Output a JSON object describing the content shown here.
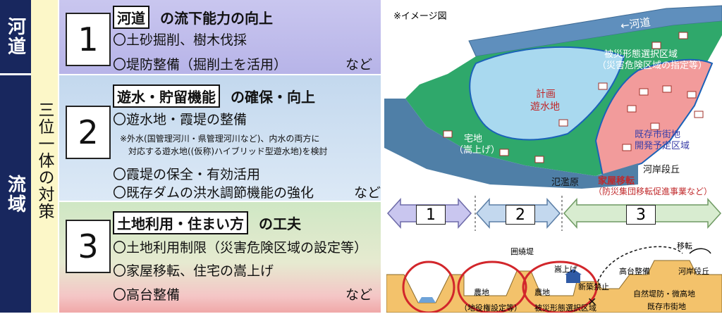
{
  "left": {
    "kasen_label": "河道",
    "ryuiki_label": "流域",
    "sanmi_label": "三位一体の対策"
  },
  "sections": [
    {
      "number": "1",
      "title_boxed": "河道",
      "title_rest": "の流下能力の向上",
      "items": [
        "〇土砂掘削、樹木伐採",
        "〇堤防整備（掘削土を活用）"
      ],
      "suffix": "など"
    },
    {
      "number": "2",
      "title_boxed": "遊水・貯留機能",
      "title_rest": "の確保・向上",
      "items": [
        "〇遊水地・霞堤の整備",
        "〇霞堤の保全・有効活用",
        "〇既存ダムの洪水調節機能の強化"
      ],
      "note_lines": [
        "※外水(国管理河川・県管理河川など)、内水の両方に",
        "対応する遊水地((仮称)ハイブリッド型遊水地)を検討"
      ],
      "suffix": "など"
    },
    {
      "number": "3",
      "title_boxed": "土地利用・住まい方",
      "title_rest": "の工夫",
      "items": [
        "〇土地利用制限（災害危険区域の設定等）",
        "〇家屋移転、住宅の嵩上げ",
        "〇高台整備"
      ],
      "suffix": "など"
    }
  ],
  "image": {
    "caption": "※イメージ図",
    "river_label": "←河道",
    "zone_label_1": "被災形態選択区域",
    "zone_label_2": "（災害危険区域の指定等）",
    "plan_label_1": "計画",
    "plan_label_2": "遊水地",
    "takuchi_1": "宅地",
    "takuchi_2": "（嵩上げ）",
    "existing_1": "既存市街地",
    "existing_2": "開発予定区域",
    "terrace": "河岸段丘",
    "relocation_1": "家屋移転",
    "relocation_2": "（防災集団移転促進事業など）",
    "floodplain": "氾濫原",
    "arrows": [
      "1",
      "2",
      "3"
    ],
    "xs_labels": {
      "kakoi": "囲繞堤",
      "kasaage": "嵩上げ",
      "idou": "移転",
      "takadai": "高台整備",
      "kagan": "河岸段丘",
      "nouchi1": "農地",
      "nouchi2": "農地",
      "chieki": "（地役権設定等）",
      "shinchiku": "新築禁止",
      "hisai": "被災形態選択区域",
      "shizen": "自然堤防・微高地",
      "kisonshi": "既存市街地"
    }
  }
}
